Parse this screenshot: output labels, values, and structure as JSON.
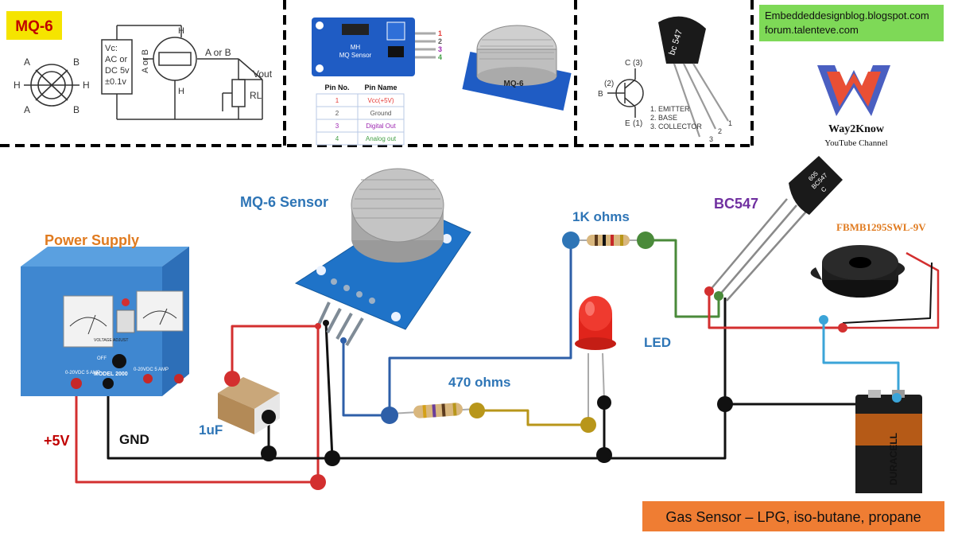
{
  "top_panels": {
    "mq6_symbol": {
      "badge": "MQ-6",
      "pin_a_left": "A",
      "pin_a_left2": "A",
      "pin_h_left": "H",
      "pin_b_right": "B",
      "pin_b_right2": "B",
      "pin_h_right": "H",
      "vc_l1": "Vc:",
      "vc_l2": "AC or",
      "vc_l3": "DC 5v",
      "vc_l4": "±0.1v",
      "h_top": "H",
      "h_bottom": "H",
      "a_or_b_vert": "A or B",
      "a_or_b": "A or B",
      "vout": "Vout",
      "rl": "RL"
    },
    "module_panel": {
      "board_l1": "MH",
      "board_l2": "MQ Sensor",
      "pin_nums": [
        "1",
        "2",
        "3",
        "4"
      ],
      "table_header": [
        "Pin No.",
        "Pin Name"
      ],
      "table_rows": [
        {
          "no": "1",
          "name": "Vcc(+5V)",
          "color": "#e53935"
        },
        {
          "no": "2",
          "name": "Ground",
          "color": "#555555"
        },
        {
          "no": "3",
          "name": "Digital Out",
          "color": "#9c27b0"
        },
        {
          "no": "4",
          "name": "Analog out",
          "color": "#43a047"
        }
      ],
      "sensor_label": "MQ-6"
    },
    "transistor_panel": {
      "pin_c": "C",
      "pin_c_num": "(3)",
      "pin_b_num": "(2)",
      "pin_b": "B",
      "pin_e": "E",
      "pin_e_num": "(1)",
      "pinout": [
        "1. EMITTER",
        "2. BASE",
        "3. COLLECTOR"
      ],
      "leg_nums": [
        "3",
        "2",
        "1"
      ],
      "body_text": "bc 547"
    },
    "credits": {
      "line1": "Embeddeddesignblog.blogspot.com",
      "line2": "forum.talenteve.com",
      "channel_name": "Way2Know",
      "channel_sub": "YouTube Channel"
    }
  },
  "circuit": {
    "power_supply": {
      "title": "Power Supply",
      "model": "MODEL 2000",
      "voltage_adjust": "VOLTAGE ADJUST",
      "off": "OFF",
      "range_left": "0-20VDC 5 AMP",
      "range_right": "0-20VDC 5 AMP"
    },
    "plus5v": "+5V",
    "gnd": "GND",
    "capacitor": "1uF",
    "mq6_sensor": "MQ-6 Sensor",
    "resistor_1k": "1K ohms",
    "resistor_470": "470 ohms",
    "led": "LED",
    "bc547": "BC547",
    "bc547_body_l1": "605",
    "bc547_body_l2": "BC547",
    "bc547_body_l3": "C",
    "buzzer": "FBMB1295SWL-9V",
    "battery_brand": "DURACELL",
    "caption": "Gas Sensor – LPG, iso-butane, propane"
  },
  "colors": {
    "dash": "#000000",
    "badge_bg": "#f5e400",
    "credits_bg": "#7ed957",
    "caption_bg": "#ef7d33",
    "label_blue": "#2e75b6",
    "label_orange": "#e07b20",
    "label_purple": "#7030a0",
    "label_red": "#c00000",
    "wire_red": "#d32f2f",
    "wire_black": "#111111",
    "wire_blue": "#2e5fa8",
    "wire_gold": "#b8961a",
    "wire_green": "#4a8a3a",
    "wire_cyan": "#3ba4d8"
  }
}
